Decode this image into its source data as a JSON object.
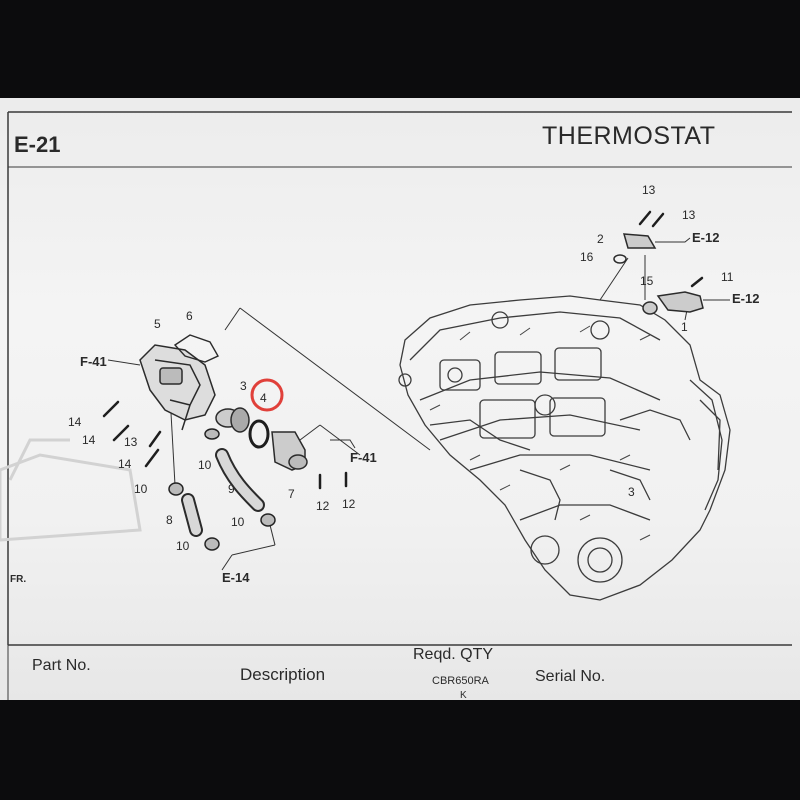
{
  "page": {
    "code": "E-21",
    "title": "THERMOSTAT"
  },
  "callouts": {
    "n1": "1",
    "n2": "2",
    "n3": "3",
    "n3b": "3",
    "n4": "4",
    "n5": "5",
    "n6": "6",
    "n7": "7",
    "n8": "8",
    "n9": "9",
    "n10a": "10",
    "n10b": "10",
    "n10c": "10",
    "n10d": "10",
    "n11": "11",
    "n12a": "12",
    "n12b": "12",
    "n13a": "13",
    "n13b": "13",
    "n13c": "13",
    "n14a": "14",
    "n14b": "14",
    "n14c": "14",
    "n15": "15",
    "n16": "16"
  },
  "refs": {
    "f41a": "F-41",
    "f41b": "F-41",
    "e12a": "E-12",
    "e12b": "E-12",
    "e14": "E-14",
    "fr": "FR."
  },
  "table_header": {
    "part_no": "Part No.",
    "description": "Description",
    "reqd_qty": "Reqd. QTY",
    "model": "CBR650RA",
    "model_suffix": "K",
    "serial_no": "Serial No."
  },
  "highlight": {
    "color": "#e0403a",
    "target": "4"
  },
  "colors": {
    "ink": "#2a2a2a",
    "paper": "#f1f1f1",
    "frame": "#0c0c0d"
  }
}
